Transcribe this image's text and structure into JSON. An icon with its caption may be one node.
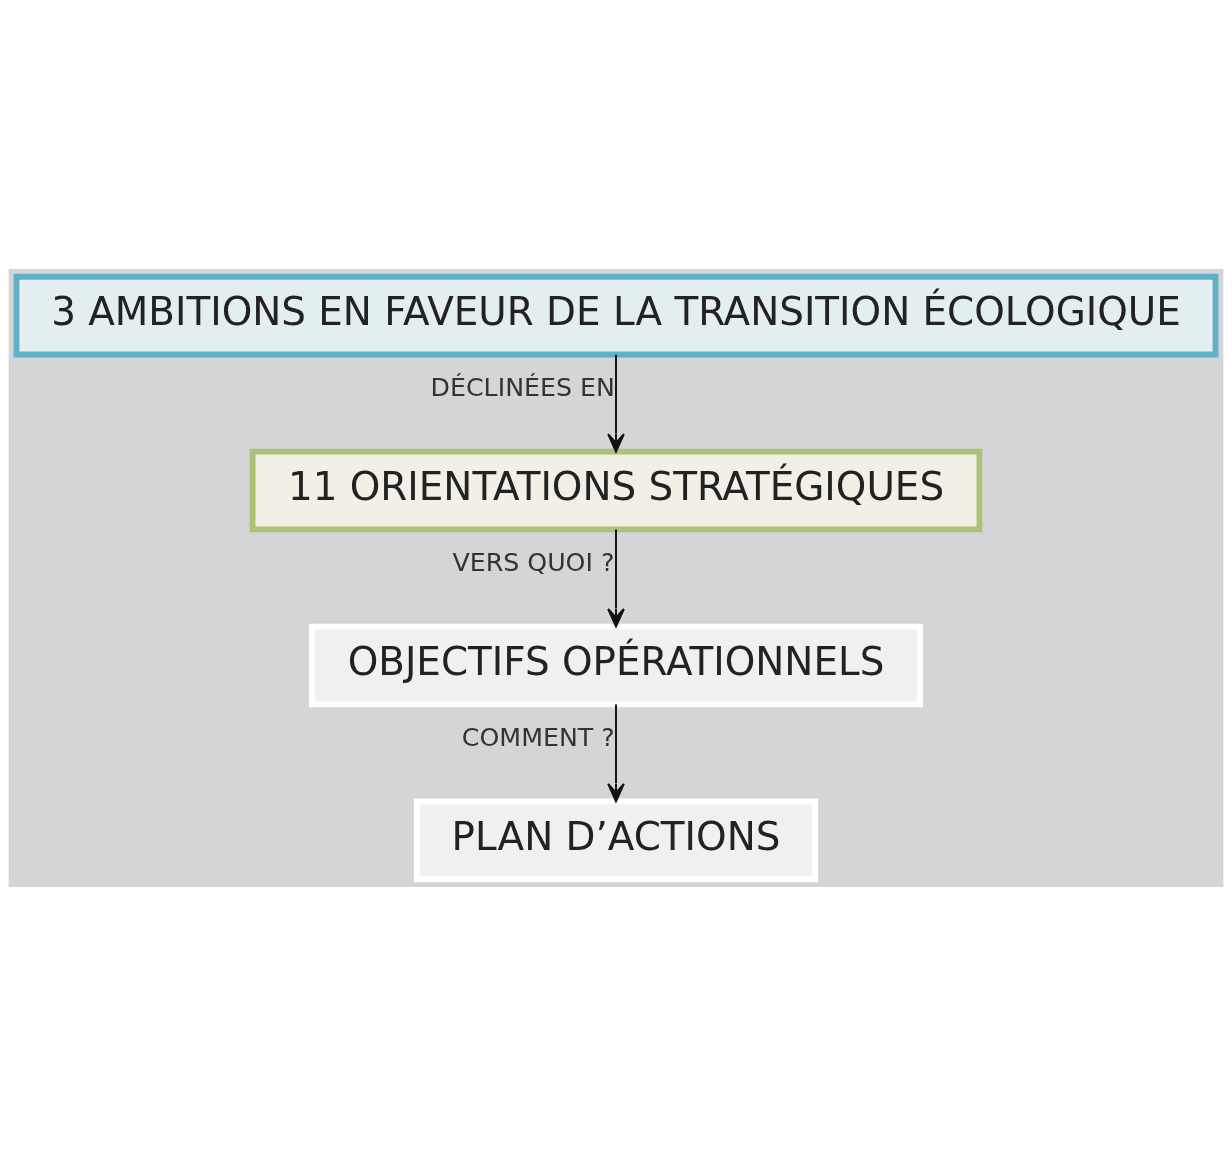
{
  "diagram": {
    "nodes": [
      {
        "text": [
          "3 AMBITIONS EN FAVEUR DE LA TRANSITION ÉCOLOGIQUE"
        ]
      },
      {
        "text": [
          "11 ORIENTATIONS STRATÉGIQUES"
        ]
      },
      {
        "text": [
          "OBJECTIFS OPÉRATIONNELS"
        ]
      },
      {
        "text": [
          "PLAN D’ACTIONS"
        ]
      }
    ],
    "edges": [
      {
        "from": 0,
        "to": 1,
        "arrow": "to",
        "label": "DÉCLINÉES EN"
      },
      {
        "from": 1,
        "to": 2,
        "arrow": "to",
        "label": "VERS QUOI ?"
      },
      {
        "from": 2,
        "to": 3,
        "arrow": "to",
        "label": "COMMENT ?"
      }
    ]
  }
}
